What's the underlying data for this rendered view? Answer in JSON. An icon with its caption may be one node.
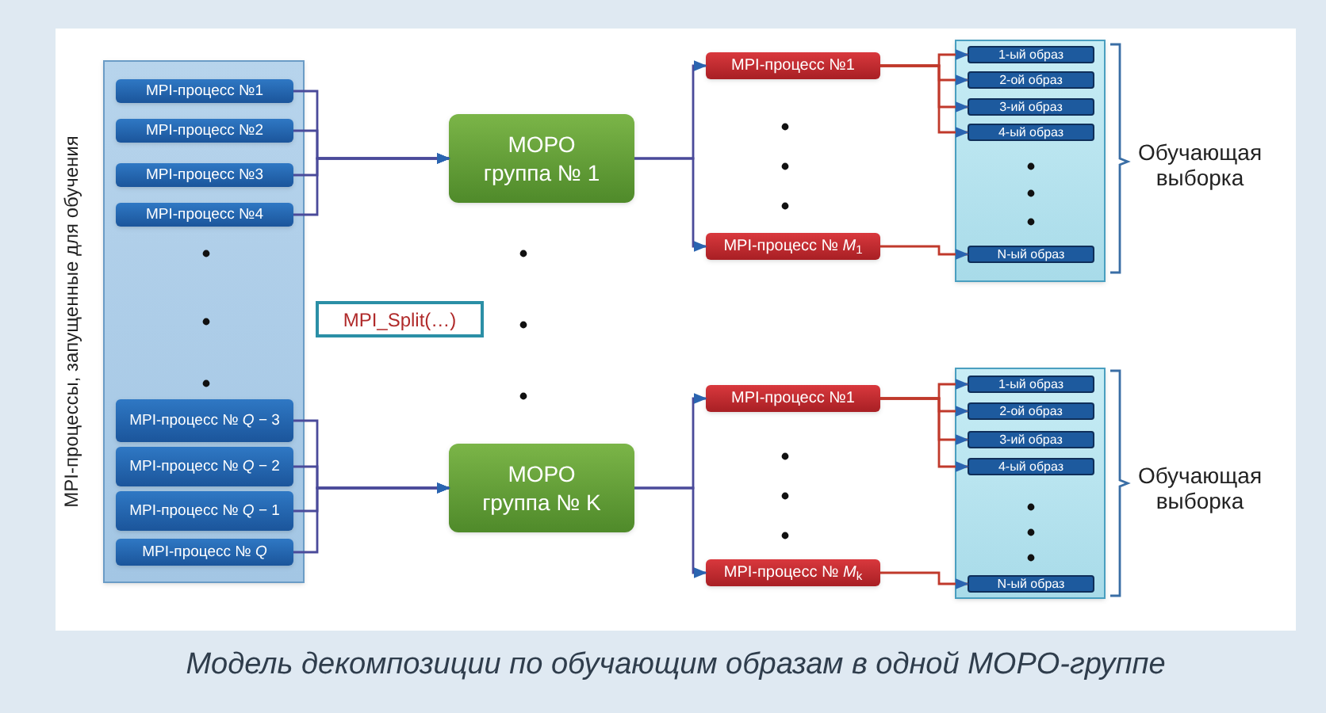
{
  "diagram": {
    "caption": "Модель декомпозиции по обучающим образам в одной МОРО-группе",
    "nodes": [
      {
        "text": [],
        "shape": "box",
        "beside": [
          "MPI-процессы, запущенные для обучения"
        ]
      },
      {
        "text": [
          "MPI-процесс №1"
        ],
        "in": 0
      },
      {
        "text": [
          "MPI-процесс №2"
        ],
        "in": 0
      },
      {
        "text": [
          "MPI-процесс №3"
        ],
        "in": 0
      },
      {
        "text": [
          "MPI-процесс №4"
        ],
        "in": 0
      },
      {
        "text": [
          "MPI-процесс № *Q* − 3"
        ],
        "in": 0
      },
      {
        "text": [
          "MPI-процесс № *Q* − 2"
        ],
        "in": 0
      },
      {
        "text": [
          "MPI-процесс № *Q* − 1"
        ],
        "in": 0
      },
      {
        "text": [
          "MPI-процесс № *Q*"
        ],
        "in": 0
      },
      {
        "text": [
          "MPI_Split(…)"
        ]
      },
      {
        "text": [
          "МОРО группа № 1"
        ]
      },
      {
        "text": [
          "МОРО группа № K"
        ]
      },
      {
        "text": [
          "MPI-процесс №1"
        ]
      },
      {
        "text": [
          "MPI-процесс № *M*$_{1}$"
        ]
      },
      {
        "text": [],
        "shape": "box",
        "beside": [
          "Обучающая выборка"
        ]
      },
      {
        "text": [
          "1-ый образ"
        ],
        "in": 14
      },
      {
        "text": [
          "2-ой образ"
        ],
        "in": 14
      },
      {
        "text": [
          "3-ий образ"
        ],
        "in": 14
      },
      {
        "text": [
          "4-ый образ"
        ],
        "in": 14
      },
      {
        "text": [
          "N-ый образ"
        ],
        "in": 14
      },
      {
        "text": [
          "MPI-процесс №1"
        ]
      },
      {
        "text": [
          "MPI-процесс № *M*$_{k}$"
        ]
      },
      {
        "text": [],
        "shape": "box",
        "beside": [
          "Обучающая выборка"
        ]
      },
      {
        "text": [
          "1-ый образ"
        ],
        "in": 22
      },
      {
        "text": [
          "2-ой образ"
        ],
        "in": 22
      },
      {
        "text": [
          "3-ий образ"
        ],
        "in": 22
      },
      {
        "text": [
          "4-ый образ"
        ],
        "in": 22
      },
      {
        "text": [
          "N-ый образ"
        ],
        "in": 22
      }
    ],
    "edges": [
      {
        "from": 1,
        "to": 10,
        "arrow": "to"
      },
      {
        "from": 2,
        "to": 10,
        "arrow": "to"
      },
      {
        "from": 3,
        "to": 10,
        "arrow": "to"
      },
      {
        "from": 4,
        "to": 10,
        "arrow": "to"
      },
      {
        "from": 5,
        "to": 11,
        "arrow": "to"
      },
      {
        "from": 6,
        "to": 11,
        "arrow": "to"
      },
      {
        "from": 7,
        "to": 11,
        "arrow": "to"
      },
      {
        "from": 8,
        "to": 11,
        "arrow": "to"
      },
      {
        "from": 10,
        "to": 12,
        "arrow": "to"
      },
      {
        "from": 10,
        "to": 13,
        "arrow": "to"
      },
      {
        "from": 11,
        "to": 20,
        "arrow": "to"
      },
      {
        "from": 11,
        "to": 21,
        "arrow": "to"
      },
      {
        "from": 12,
        "to": 15,
        "arrow": "to",
        "color": "#c0392b"
      },
      {
        "from": 12,
        "to": 16,
        "arrow": "to",
        "color": "#c0392b"
      },
      {
        "from": 12,
        "to": 17,
        "arrow": "to",
        "color": "#c0392b"
      },
      {
        "from": 12,
        "to": 18,
        "arrow": "to",
        "color": "#c0392b"
      },
      {
        "from": 13,
        "to": 19,
        "arrow": "to",
        "color": "#c0392b"
      },
      {
        "from": 20,
        "to": 23,
        "arrow": "to",
        "color": "#c0392b"
      },
      {
        "from": 20,
        "to": 24,
        "arrow": "to",
        "color": "#c0392b"
      },
      {
        "from": 20,
        "to": 25,
        "arrow": "to",
        "color": "#c0392b"
      },
      {
        "from": 20,
        "to": 26,
        "arrow": "to",
        "color": "#c0392b"
      },
      {
        "from": 21,
        "to": 27,
        "arrow": "to",
        "color": "#c0392b"
      }
    ]
  }
}
